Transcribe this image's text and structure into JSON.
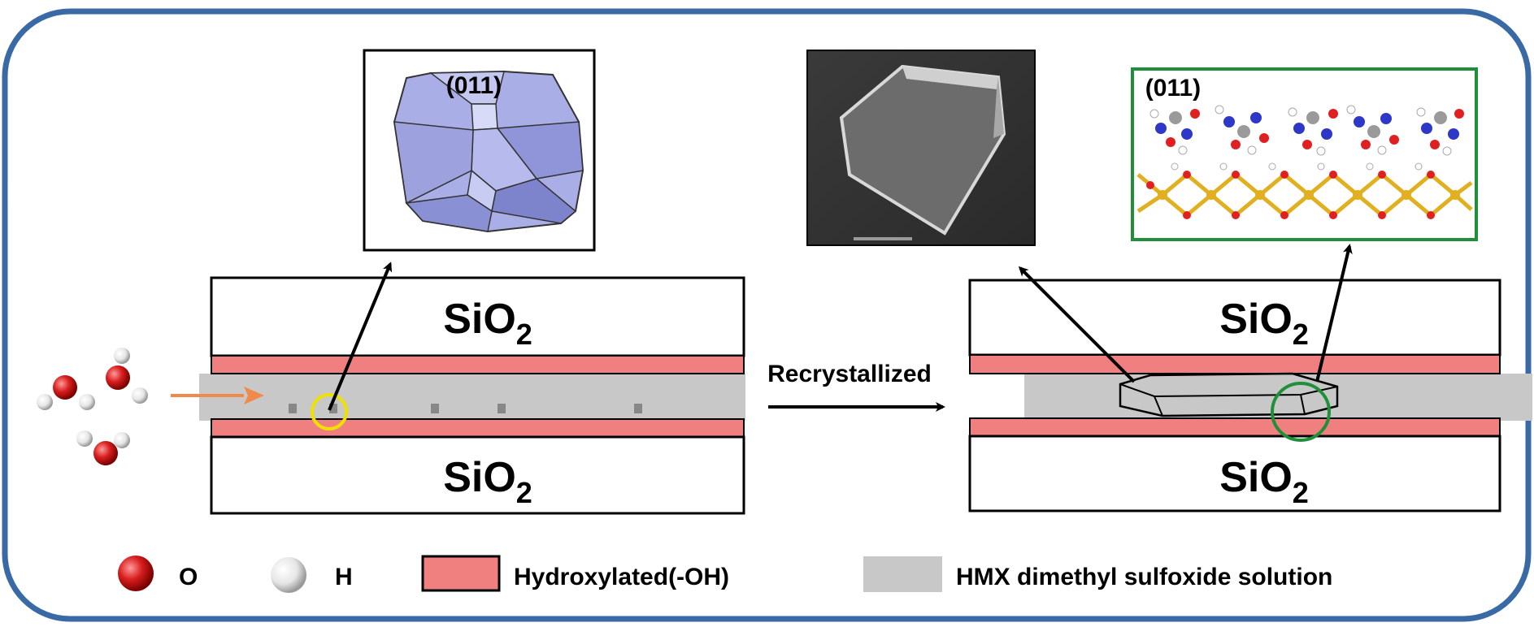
{
  "labels": {
    "oxide_formula": "SiO",
    "oxide_subscript": "2",
    "process_label": "Recrystallized",
    "facet_label": "(011)"
  },
  "legend": [
    {
      "id": "oxygen",
      "label": "O",
      "color": "#d81e1e"
    },
    {
      "id": "hydrogen",
      "label": "H",
      "color": "#f2f2f2"
    },
    {
      "id": "hydroxylated",
      "label": "Hydroxylated(-OH)",
      "color": "#f08080"
    },
    {
      "id": "solution",
      "label": "HMX dimethyl sulfoxide solution",
      "color": "#c8c8c8"
    }
  ],
  "colors": {
    "frame": "#3a6aa6",
    "hydroxyl_layer": "#f08080",
    "solution": "#c8c8c8",
    "crystal_face": "#a9aee6",
    "flow_arrow": "#f08a4b",
    "highlight_nucleus": "#f0e000",
    "highlight_interface": "#1f8f3a"
  }
}
